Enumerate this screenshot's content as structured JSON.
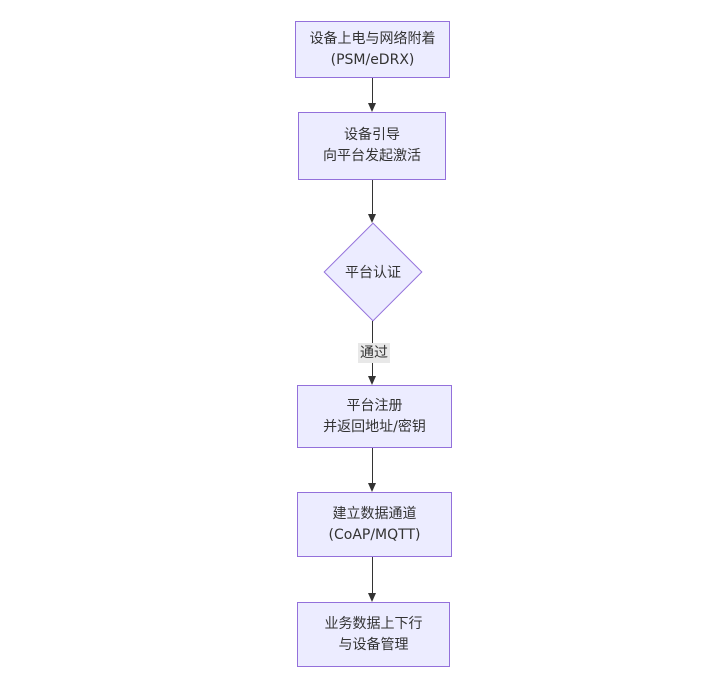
{
  "diagram": {
    "type": "flowchart",
    "direction": "top-down",
    "nodes": [
      {
        "id": "n1",
        "shape": "rect",
        "lines": [
          "设备上电与网络附着",
          "(PSM/eDRX)"
        ]
      },
      {
        "id": "n2",
        "shape": "rect",
        "lines": [
          "设备引导",
          "向平台发起激活"
        ]
      },
      {
        "id": "n3",
        "shape": "diamond",
        "lines": [
          "平台认证"
        ]
      },
      {
        "id": "n4",
        "shape": "rect",
        "lines": [
          "平台注册",
          "并返回地址/密钥"
        ]
      },
      {
        "id": "n5",
        "shape": "rect",
        "lines": [
          "建立数据通道",
          "(CoAP/MQTT)"
        ]
      },
      {
        "id": "n6",
        "shape": "rect",
        "lines": [
          "业务数据上下行",
          "与设备管理"
        ]
      }
    ],
    "edges": [
      {
        "from": "n1",
        "to": "n2",
        "label": ""
      },
      {
        "from": "n2",
        "to": "n3",
        "label": ""
      },
      {
        "from": "n3",
        "to": "n4",
        "label": "通过"
      },
      {
        "from": "n4",
        "to": "n5",
        "label": ""
      },
      {
        "from": "n5",
        "to": "n6",
        "label": ""
      }
    ],
    "colors": {
      "node_fill": "#ECECFF",
      "node_border": "#9370DB",
      "text": "#333333",
      "arrow": "#333333",
      "edge_label_bg": "#e8e8e8",
      "background": "#ffffff"
    }
  }
}
